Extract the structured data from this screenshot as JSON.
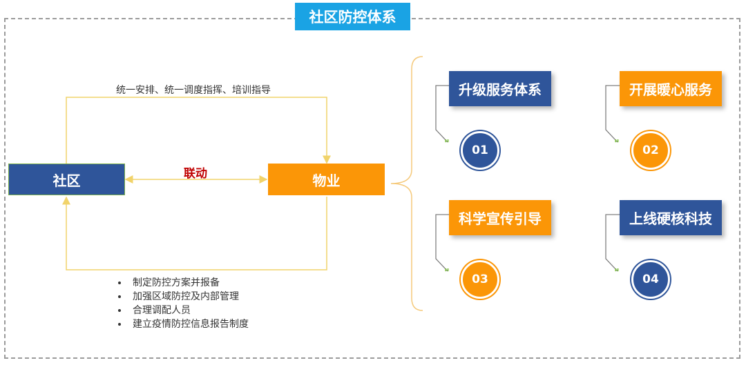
{
  "title": "社区防控体系",
  "top_note": "统一安排、统一调度指挥、培训指导",
  "left_box": "社区",
  "right_box": "物业",
  "link_label": "联动",
  "bullets": [
    "制定防控方案并报备",
    "加强区域防控及内部管理",
    "合理调配人员",
    "建立疫情防控信息报告制度"
  ],
  "items": [
    {
      "label": "升级服务体系",
      "number": "01",
      "color": "blue"
    },
    {
      "label": "开展暖心服务",
      "number": "02",
      "color": "orange"
    },
    {
      "label": "科学宣传引导",
      "number": "03",
      "color": "orange"
    },
    {
      "label": "上线硬核科技",
      "number": "04",
      "color": "blue"
    }
  ],
  "colors": {
    "blue": "#2f559a",
    "orange": "#fb9607",
    "title_bg": "#1aa3e4",
    "arrow": "#f1d36a",
    "brace": "#f5c97a"
  }
}
